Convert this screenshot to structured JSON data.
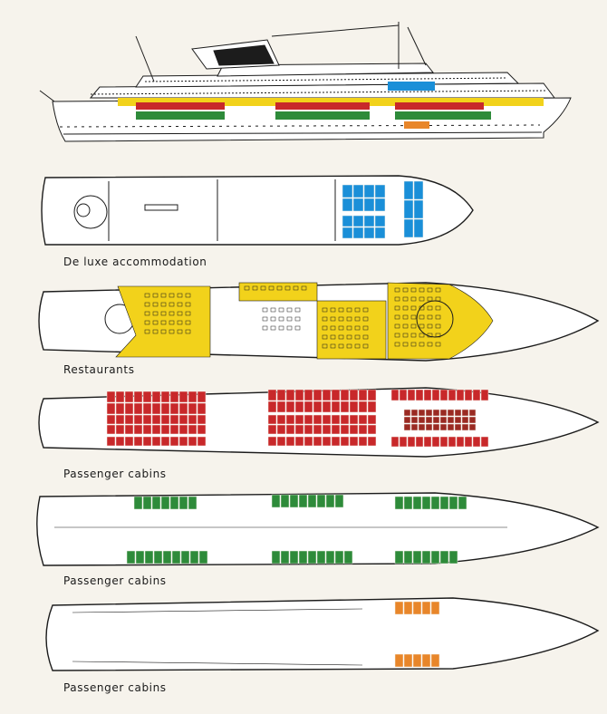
{
  "labels": {
    "deluxe": "De luxe accommodation",
    "restaurants": "Restaurants",
    "cabins_a": "Passenger cabins",
    "cabins_b": "Passenger cabins",
    "cabins_c": "Passenger cabins"
  },
  "colors": {
    "paper": "#f6f3ec",
    "ink": "#1c1c1c",
    "deluxe_blue": "#1a8fd8",
    "restaurant_yellow": "#f2d21b",
    "cabin_red": "#c8282a",
    "cabin_green": "#2e8b3a",
    "cabin_orange": "#e8862a"
  }
}
